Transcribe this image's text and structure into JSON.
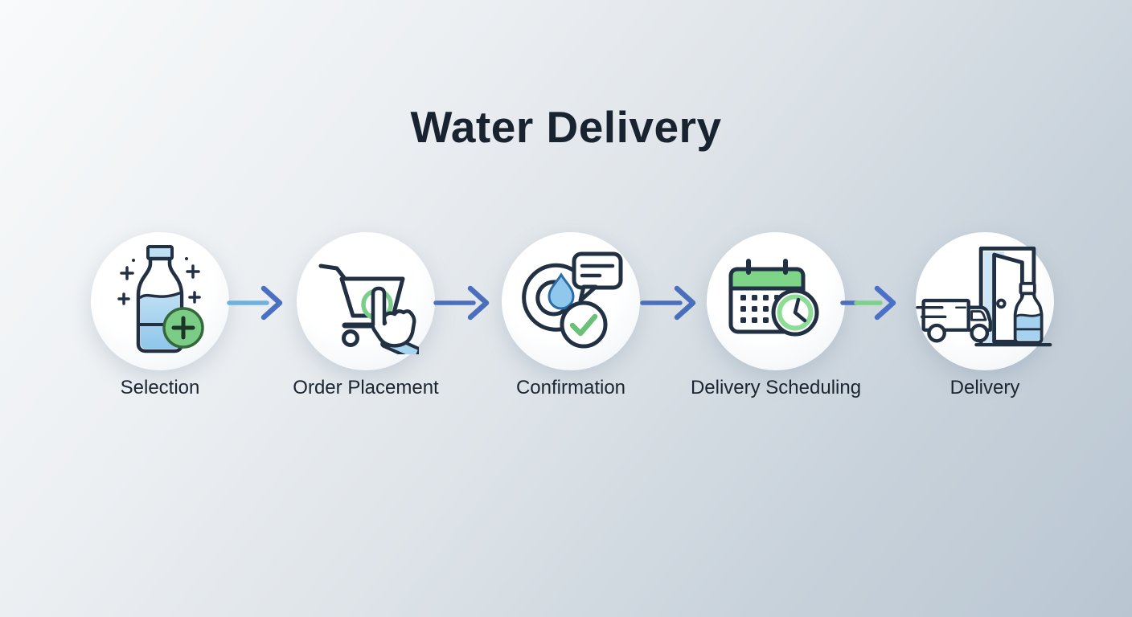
{
  "title": "Water Delivery",
  "steps": [
    {
      "id": "selection",
      "label": "Selection",
      "icon": "water-bottle-add-icon"
    },
    {
      "id": "order-placement",
      "label": "Order Placement",
      "icon": "cart-tap-icon"
    },
    {
      "id": "confirmation",
      "label": "Confirmation",
      "icon": "water-drop-message-check-icon"
    },
    {
      "id": "delivery-scheduling",
      "label": "Delivery Scheduling",
      "icon": "calendar-clock-icon"
    },
    {
      "id": "delivery",
      "label": "Delivery",
      "icon": "truck-door-bottle-icon"
    }
  ],
  "arrows": [
    {
      "from": "selection",
      "to": "order-placement",
      "style": "light-blue-line-blue-chevron"
    },
    {
      "from": "order-placement",
      "to": "confirmation",
      "style": "blue-line-blue-chevron"
    },
    {
      "from": "confirmation",
      "to": "delivery-scheduling",
      "style": "blue-line-blue-chevron"
    },
    {
      "from": "delivery-scheduling",
      "to": "delivery",
      "style": "blue-green-line-blue-chevron"
    }
  ],
  "colors": {
    "background_start": "#f8fafb",
    "background_end": "#b9c6d2",
    "title_text": "#19232f",
    "label_text": "#1b2531",
    "icon_outline": "#223043",
    "circle_fill": "#fbfdfe",
    "arrow_blue": "#4a6fbe",
    "arrow_blue_light": "#6fb0de",
    "arrow_green": "#7ed08d",
    "accent_green": "#7ccc85",
    "accent_green_ring": "#8edd97",
    "water_blue": "#8fc6ea",
    "light_blue_fill": "#a9d4ef"
  }
}
